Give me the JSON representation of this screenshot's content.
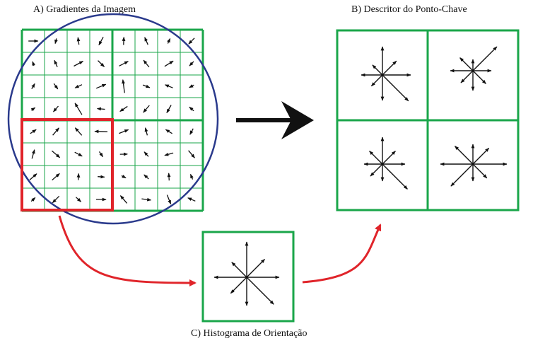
{
  "labels": {
    "image_gradients": "A) Gradientes da Imagem",
    "keypoint_descriptor": "B) Descritor do Ponto-Chave",
    "orientation_histogram": "C) Histograma de Orientação"
  },
  "colors": {
    "grid_green": "#1aa64a",
    "circle_blue": "#2a3a8c",
    "highlight_red": "#e0242a",
    "arrow_dark": "#111111"
  },
  "grid": {
    "cells_per_side": 8,
    "subregions_per_side": 2
  },
  "histogram_bins": 8
}
